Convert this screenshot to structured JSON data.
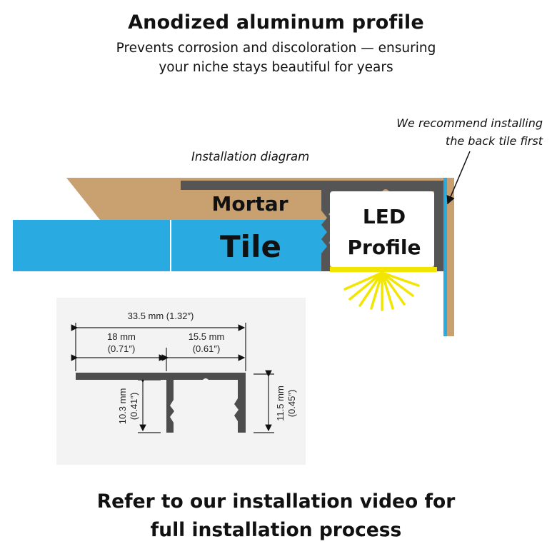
{
  "title": "Anodized aluminum profile",
  "subtitle": [
    "Prevents corrosion and discoloration — ensuring",
    "your niche stays beautiful for years"
  ],
  "diagram_caption": "Installation diagram",
  "back_tile_note": [
    "We recommend installing",
    "the back tile first"
  ],
  "labels": {
    "mortar": "Mortar",
    "tile": "Tile",
    "led_profile": [
      "LED",
      "Profile"
    ]
  },
  "dimensions": {
    "total_width": "33.5 mm (1.32″)",
    "left_width": [
      "18 mm",
      "(0.71″)"
    ],
    "right_width": [
      "15.5 mm",
      "(0.61″)"
    ],
    "left_height": [
      "10.3 mm",
      "(0.41″)"
    ],
    "right_height": [
      "11.5 mm",
      "(0.45″)"
    ]
  },
  "footer": [
    "Refer to our installation video for",
    "full installation process"
  ],
  "colors": {
    "mortar": "#c9a06f",
    "tile": "#29abe2",
    "profile": "#555555",
    "led_light": "#f2e600"
  }
}
